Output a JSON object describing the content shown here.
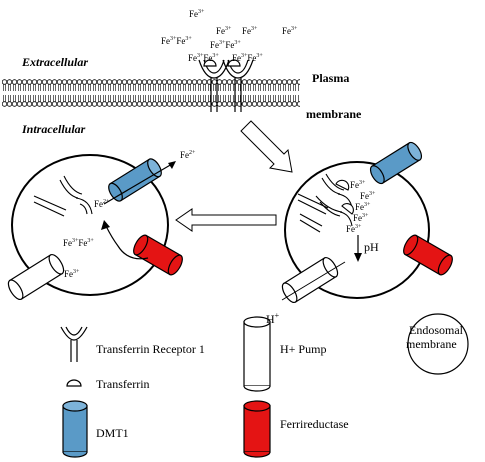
{
  "labels": {
    "extracellular": "Extracellular",
    "intracellular": "Intracellular",
    "plasma": "Plasma",
    "membrane": "membrane",
    "ion_base": "Fe",
    "ion_3_charge": "3+",
    "ion_2_charge": "2+",
    "ph": "pH",
    "h_ion": "H",
    "h_charge": "+"
  },
  "legend": {
    "transferrin_receptor": "Transferrin Receptor 1",
    "transferrin": "Transferrin",
    "dmt1": "DMT1",
    "h_pump": "H+ Pump",
    "endosomal_line1": "Endosomal",
    "endosomal_line2": "membrane",
    "ferrireductase": "Ferrireductase"
  },
  "colors": {
    "dmt1": "#5a9ac7",
    "ferrireductase": "#e41414",
    "line": "#000000"
  }
}
